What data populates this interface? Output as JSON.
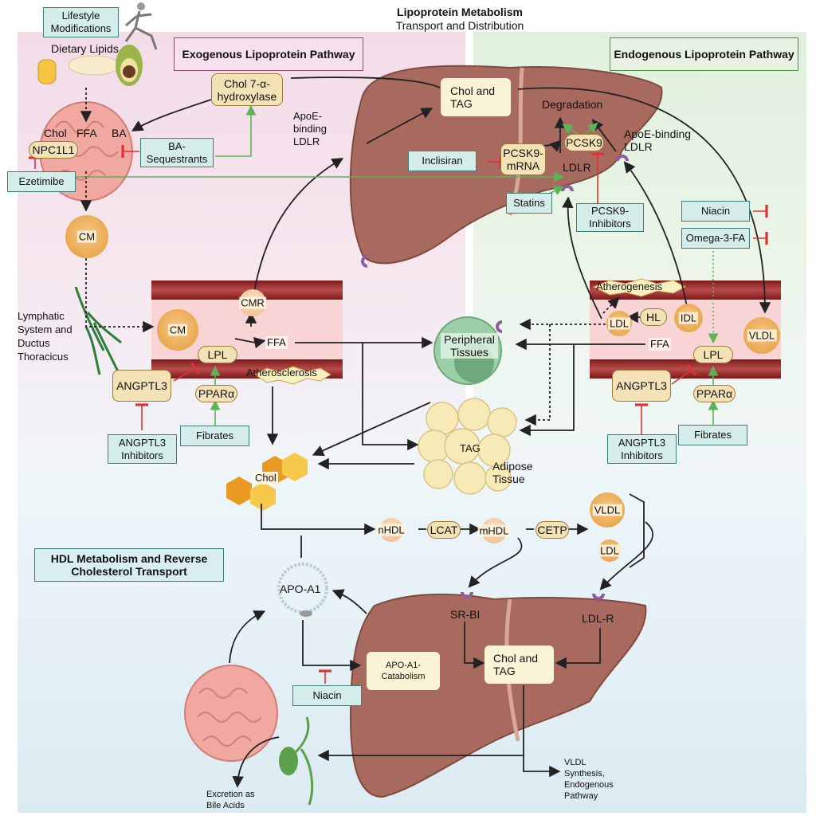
{
  "title": {
    "main": "Lipoprotein Metabolism",
    "sub": "Transport and Distribution"
  },
  "sections": {
    "exogenous": "Exogenous Lipoprotein Pathway",
    "endogenous": "Endogenous Lipoprotein Pathway",
    "hdl": "HDL Metabolism and Reverse Cholesterol Transport"
  },
  "exogenous": {
    "lifestyle": "Lifestyle Modifications",
    "dietary_lipids": "Dietary Lipids",
    "chol": "Chol",
    "ffa": "FFA",
    "ba": "BA",
    "npc1l1": "NPC1L1",
    "ezetimibe": "Ezetimibe",
    "ba_sequestrants": "BA-Sequestrants",
    "chol7a": "Chol 7-α-hydroxylase",
    "apoe_ldlr": "ApoE-binding LDLR",
    "cm_top": "CM",
    "lymphatic": "Lymphatic System and Ductus Thoracicus",
    "cm_vessel": "CM",
    "cmr": "CMR",
    "lpl": "LPL",
    "ffa_vessel": "FFA",
    "atherosclerosis": "Atherosclerosis",
    "angptl3": "ANGPTL3",
    "pparA": "PPARα",
    "angptl3_inhib": "ANGPTL3 Inhibitors",
    "fibrates": "Fibrates"
  },
  "liver_top": {
    "chol_tag": "Chol and TAG",
    "degradation": "Degradation",
    "pcsk9": "PCSK9",
    "pcsk9_mrna": "PCSK9-mRNA",
    "ldlr": "LDLR",
    "apoe_ldlr": "ApoE-binding LDLR",
    "inclisiran": "Inclisiran",
    "statins": "Statins",
    "pcsk9_inhib": "PCSK9-Inhibitors"
  },
  "endogenous": {
    "niacin": "Niacin",
    "omega3": "Omega-3-FA",
    "atherogenesis": "Atherogenesis",
    "ldl": "LDL",
    "hl": "HL",
    "idl": "IDL",
    "vldl": "VLDL",
    "ffa": "FFA",
    "lpl": "LPL",
    "angptl3": "ANGPTL3",
    "pparA": "PPARα",
    "angptl3_inhib": "ANGPTL3 Inhibitors",
    "fibrates": "Fibrates"
  },
  "center": {
    "peripheral": "Peripheral Tissues",
    "tag": "TAG",
    "adipose": "Adipose Tissue",
    "chol": "Chol"
  },
  "hdl": {
    "nhdl": "nHDL",
    "lcat": "LCAT",
    "mhdl": "mHDL",
    "cetp": "CETP",
    "vldl": "VLDL",
    "ldl": "LDL",
    "apoa1": "APO-A1",
    "apoa1_catab": "APO-A1-Catabolism",
    "niacin": "Niacin",
    "srbi": "SR-BI",
    "ldlr": "LDL-R",
    "chol_tag": "Chol and TAG",
    "excretion": "Excretion as Bile Acids",
    "vldl_synth": "VLDL Synthesis, Endogenous Pathway"
  }
}
